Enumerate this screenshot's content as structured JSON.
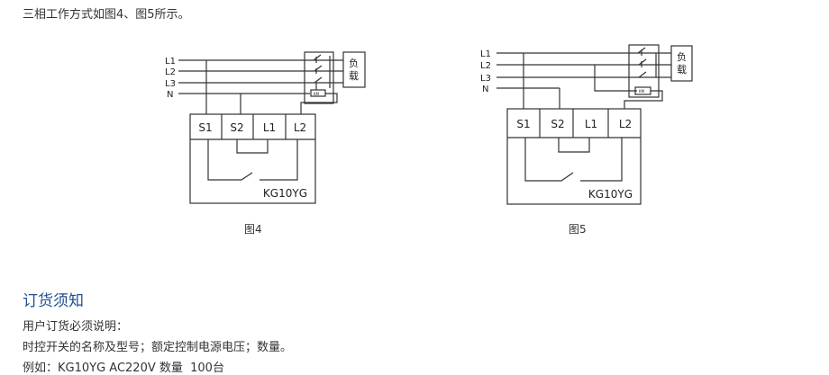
{
  "intro": "三相工作方式如图4、图5所示。",
  "figures": [
    {
      "caption": "图4",
      "lines": [
        "L1",
        "L2",
        "L3",
        "N"
      ],
      "terminals": [
        "S1",
        "S2",
        "L1",
        "L2"
      ],
      "model": "KG10YG",
      "load": [
        "负",
        "载"
      ],
      "contactor": "KM"
    },
    {
      "caption": "图5",
      "lines": [
        "L1",
        "L2",
        "L3",
        "N"
      ],
      "terminals": [
        "S1",
        "S2",
        "L1",
        "L2"
      ],
      "model": "KG10YG",
      "load": [
        "负",
        "载"
      ],
      "contactor": "KM"
    }
  ],
  "order": {
    "heading": "订货须知",
    "lines": [
      "用户订货必须说明：",
      "时控开关的名称及型号；额定控制电源电压；数量。",
      "例如：KG10YG AC220V 数量  100台"
    ]
  },
  "colors": {
    "heading": "#1f4f8c",
    "stroke": "#333333"
  }
}
